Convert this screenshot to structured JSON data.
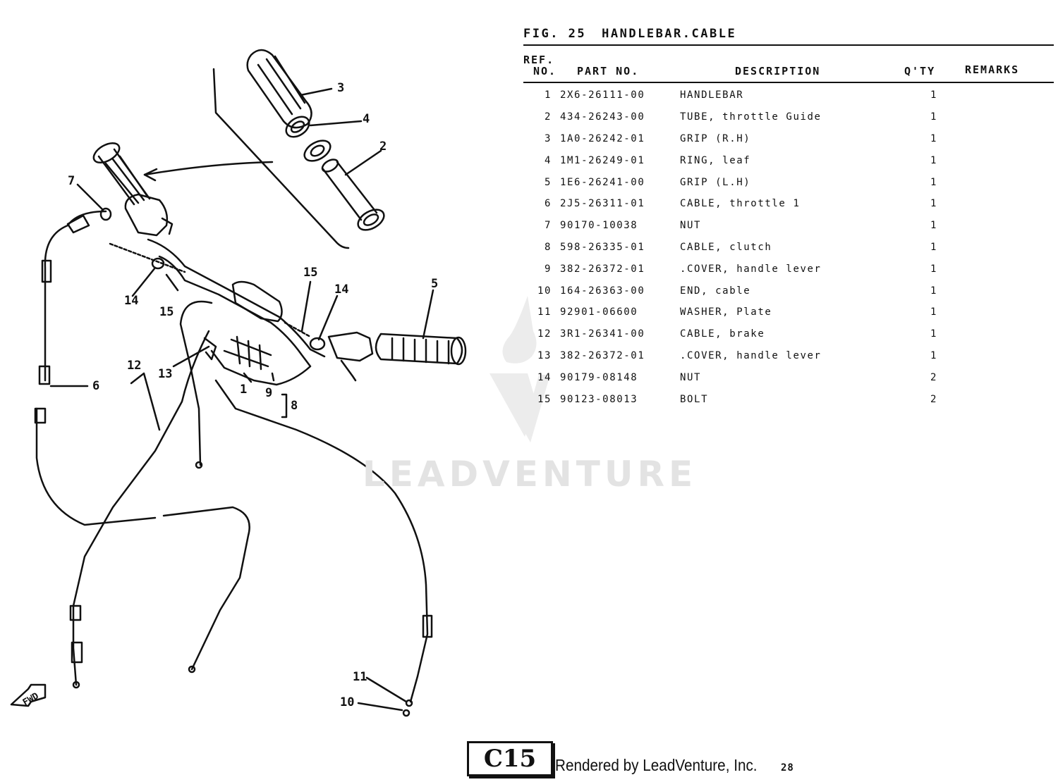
{
  "figure": {
    "label": "FIG. 25",
    "title": "HANDLEBAR.CABLE"
  },
  "table": {
    "headers": {
      "ref_line1": "REF.",
      "ref_line2": "NO.",
      "part_no": "PART NO.",
      "description": "DESCRIPTION",
      "qty": "Q'TY",
      "remarks": "REMARKS"
    },
    "rows": [
      {
        "ref": "1",
        "part_no": "2X6-26111-00",
        "description": "HANDLEBAR",
        "qty": "1"
      },
      {
        "ref": "2",
        "part_no": "434-26243-00",
        "description": "TUBE, throttle Guide",
        "qty": "1"
      },
      {
        "ref": "3",
        "part_no": "1A0-26242-01",
        "description": "GRIP (R.H)",
        "qty": "1"
      },
      {
        "ref": "4",
        "part_no": "1M1-26249-01",
        "description": "RING, leaf",
        "qty": "1"
      },
      {
        "ref": "5",
        "part_no": "1E6-26241-00",
        "description": "GRIP (L.H)",
        "qty": "1"
      },
      {
        "ref": "6",
        "part_no": "2J5-26311-01",
        "description": "CABLE, throttle 1",
        "qty": "1"
      },
      {
        "ref": "7",
        "part_no": "90170-10038",
        "description": "NUT",
        "qty": "1"
      },
      {
        "ref": "8",
        "part_no": "598-26335-01",
        "description": "CABLE, clutch",
        "qty": "1"
      },
      {
        "ref": "9",
        "part_no": "382-26372-01",
        "description": ".COVER, handle lever",
        "qty": "1"
      },
      {
        "ref": "10",
        "part_no": "164-26363-00",
        "description": "END, cable",
        "qty": "1"
      },
      {
        "ref": "11",
        "part_no": "92901-06600",
        "description": "WASHER, Plate",
        "qty": "1"
      },
      {
        "ref": "12",
        "part_no": "3R1-26341-00",
        "description": "CABLE, brake",
        "qty": "1"
      },
      {
        "ref": "13",
        "part_no": "382-26372-01",
        "description": ".COVER, handle lever",
        "qty": "1"
      },
      {
        "ref": "14",
        "part_no": "90179-08148",
        "description": "NUT",
        "qty": "2"
      },
      {
        "ref": "15",
        "part_no": "90123-08013",
        "description": "BOLT",
        "qty": "2"
      }
    ]
  },
  "diagram": {
    "callouts": [
      "1",
      "2",
      "3",
      "4",
      "5",
      "6",
      "7",
      "8",
      "9",
      "10",
      "11",
      "12",
      "13",
      "14",
      "15"
    ],
    "fwd_label": "FWD"
  },
  "watermark": {
    "text": "LEADVENTURE"
  },
  "footer": {
    "code": "C15",
    "credit": "Rendered by LeadVenture, Inc.",
    "page": "28"
  }
}
